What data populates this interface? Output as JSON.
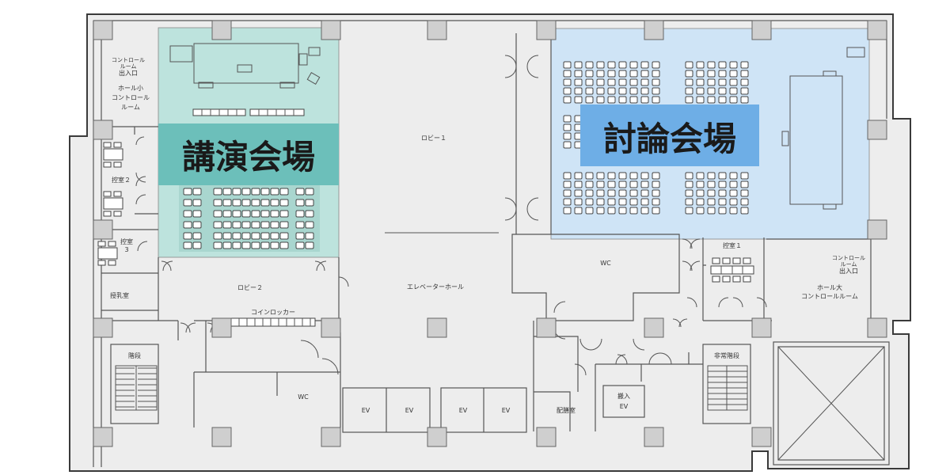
{
  "halls": {
    "lecture": {
      "name": "講演会場",
      "bg": "#bde3dd",
      "label_bg": "#6cbfba",
      "label_color": "#1a1a1a"
    },
    "discussion": {
      "name": "討論会場",
      "bg": "#cfe4f6",
      "label_bg": "#6eaee6",
      "label_color": "#1a1a1a"
    }
  },
  "labels": {
    "control_small_entry": [
      "コントロール",
      "ルーム",
      "出入口"
    ],
    "control_small_room": [
      "ホール小",
      "コントロール",
      "ルーム"
    ],
    "waiting2": "控室２",
    "waiting3": [
      "控室",
      "3"
    ],
    "nursing": "授乳室",
    "stairs": "階段",
    "lobby1": "ロビー１",
    "lobby2": "ロビー２",
    "coin_locker": "コインロッカー",
    "elevator_hall": "エレベーターホール",
    "wc_left": "WC",
    "wc_right": "WC",
    "ev1": "EV",
    "ev2": "EV",
    "ev3": "EV",
    "ev4": "EV",
    "service_ev": [
      "搬入",
      "EV"
    ],
    "distribution": "配膳室",
    "waiting1": "控室１",
    "emergency_stairs": "非常階段",
    "control_large_entry": [
      "コントロール",
      "ルーム",
      "出入口"
    ],
    "control_large_room": [
      "ホール大",
      "コントロールルーム"
    ]
  },
  "colors": {
    "floor": "#ededed",
    "wall": "#3a3a3a",
    "column": "#cfcfcf"
  }
}
